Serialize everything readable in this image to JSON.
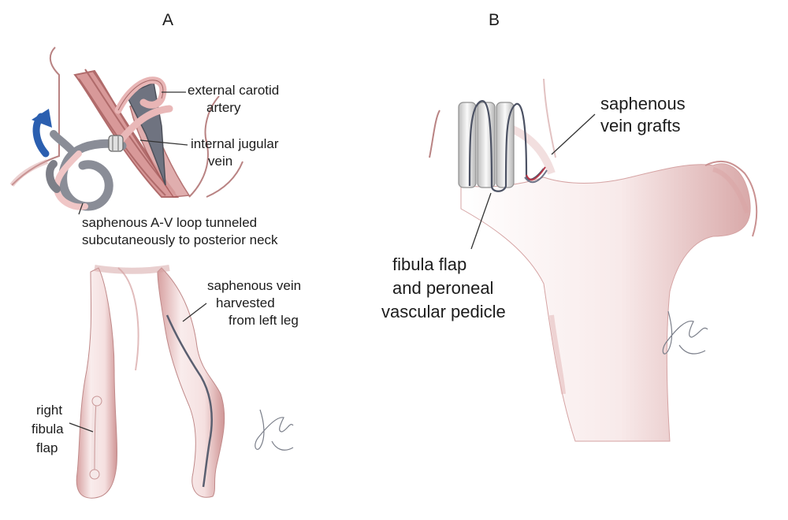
{
  "panels": {
    "a": "A",
    "b": "B"
  },
  "labels": {
    "external_carotid_line1": "external carotid",
    "external_carotid_line2": "artery",
    "internal_jugular_line1": "internal jugular",
    "internal_jugular_line2": "vein",
    "loop_line1": "saphenous A-V loop tunneled",
    "loop_line2": "subcutaneously to posterior neck",
    "saphenous_vein_line1": "saphenous vein",
    "saphenous_vein_line2": "harvested",
    "saphenous_vein_line3": "from left leg",
    "fibula_line1": "right",
    "fibula_line2": "fibula",
    "fibula_line3": "flap",
    "grafts_line1": "saphenous",
    "grafts_line2": "vein grafts",
    "pedicle_line1": "fibula flap",
    "pedicle_line2": "and peroneal",
    "pedicle_line3": "vascular pedicle"
  },
  "colors": {
    "skin": "#f3dcdc",
    "skin_shadow": "#c98f8f",
    "muscle": "#c77b7b",
    "vein_grey": "#7d7f88",
    "arrow_blue": "#2b5fb0",
    "bone": "#ededed"
  },
  "icons": {
    "rotation_arrow": "curved-arrow-icon",
    "signature": "artist-signature-icon"
  }
}
